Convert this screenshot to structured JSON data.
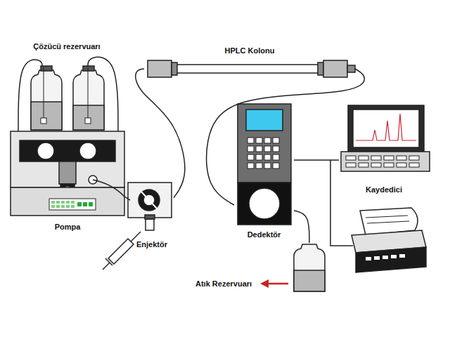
{
  "diagram": {
    "nodes": [
      {
        "text": [
          "Çözücü rezervuarı"
        ]
      },
      {
        "text": [
          "Pompa"
        ]
      },
      {
        "text": [
          "Enjektör"
        ]
      },
      {
        "text": [
          "HPLC Kolonu"
        ]
      },
      {
        "text": [
          "Dedektör"
        ]
      },
      {
        "text": [
          "Kaydedici"
        ]
      },
      {
        "text": [
          "Atık Rezervuarı"
        ]
      }
    ],
    "edges": [
      {
        "from": 0,
        "to": 1,
        "arrow": "none"
      },
      {
        "from": 0,
        "to": 1,
        "arrow": "none"
      },
      {
        "from": 1,
        "to": 2,
        "arrow": "none"
      },
      {
        "from": 2,
        "to": 3,
        "arrow": "none"
      },
      {
        "from": 3,
        "to": 4,
        "arrow": "none"
      },
      {
        "from": 4,
        "to": 5,
        "arrow": "none"
      },
      {
        "from": 4,
        "to": 6,
        "arrow": "none"
      }
    ]
  }
}
